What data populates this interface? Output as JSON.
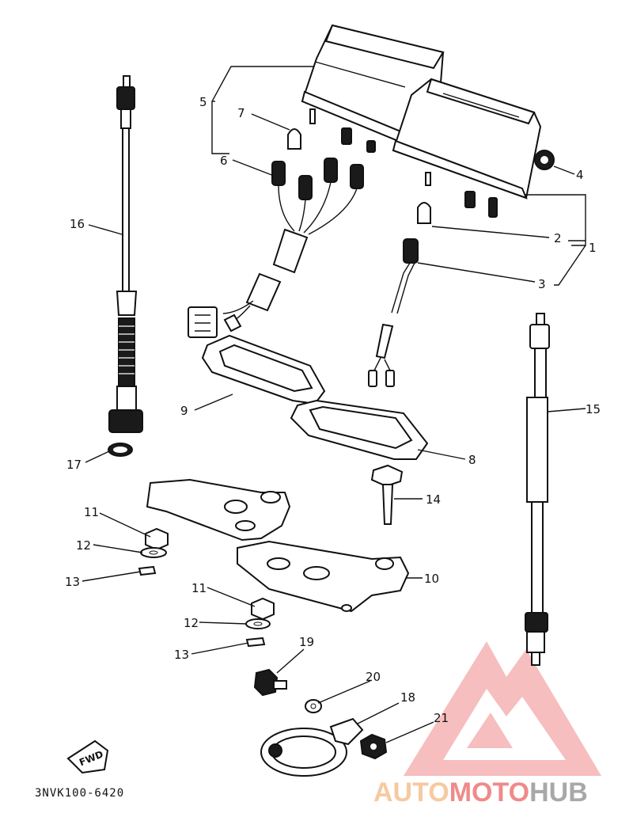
{
  "diagram": {
    "callouts": [
      {
        "id": "c1",
        "label": "1"
      },
      {
        "id": "c2",
        "label": "2"
      },
      {
        "id": "c3",
        "label": "3"
      },
      {
        "id": "c4",
        "label": "4"
      },
      {
        "id": "c5",
        "label": "5"
      },
      {
        "id": "c6",
        "label": "6"
      },
      {
        "id": "c7",
        "label": "7"
      },
      {
        "id": "c8",
        "label": "8"
      },
      {
        "id": "c9",
        "label": "9"
      },
      {
        "id": "c10",
        "label": "10"
      },
      {
        "id": "c11a",
        "label": "11"
      },
      {
        "id": "c12a",
        "label": "12"
      },
      {
        "id": "c13a",
        "label": "13"
      },
      {
        "id": "c11b",
        "label": "11"
      },
      {
        "id": "c12b",
        "label": "12"
      },
      {
        "id": "c13b",
        "label": "13"
      },
      {
        "id": "c14",
        "label": "14"
      },
      {
        "id": "c15",
        "label": "15"
      },
      {
        "id": "c16",
        "label": "16"
      },
      {
        "id": "c17",
        "label": "17"
      },
      {
        "id": "c18",
        "label": "18"
      },
      {
        "id": "c19",
        "label": "19"
      },
      {
        "id": "c20",
        "label": "20"
      },
      {
        "id": "c21",
        "label": "21"
      }
    ],
    "diagram_code": "3NVK100-6420",
    "direction_label": "FWD"
  },
  "watermark": {
    "word_part1": "AUTO",
    "word_part2": "MOTO",
    "word_part3": "HUB",
    "color_light": "#f7c9a0",
    "color_accent": "#f08a8a",
    "color_dark": "#a8a8a8"
  }
}
